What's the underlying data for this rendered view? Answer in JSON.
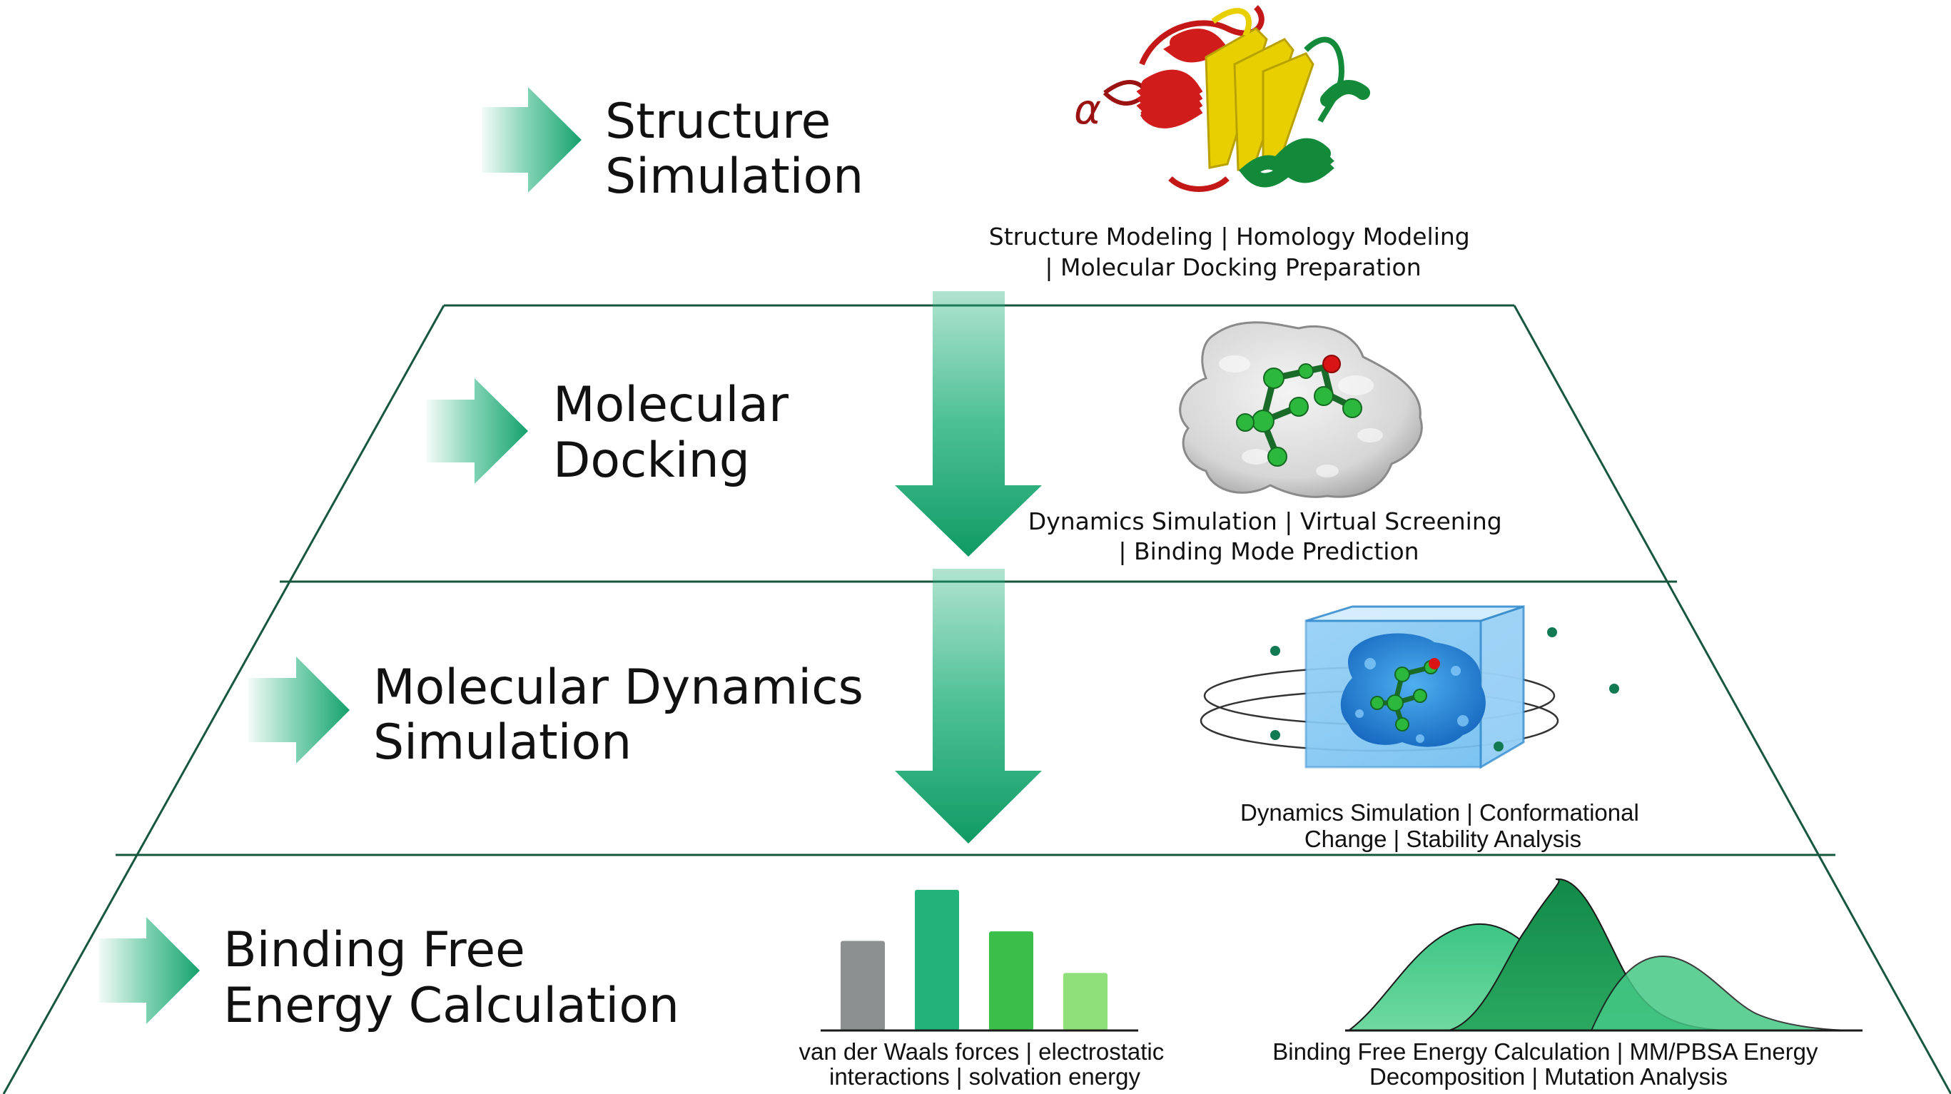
{
  "colors": {
    "accent_green": "#1fb07a",
    "line_dark_green": "#17573f",
    "helix_red": "#d11c1c",
    "sheet_yellow": "#e8d000",
    "helix_green": "#138a3a",
    "cube_blue": "#3aa3e6",
    "bar_gray": "#8d9090",
    "bar_teal": "#22b27a",
    "bar_green": "#3bbf4a",
    "bar_light_green": "#8fe07a"
  },
  "tiers": [
    {
      "id": "structure",
      "title_lines": [
        "Structure",
        "Simulation"
      ],
      "arrow_icon": "arrow-right-icon",
      "illustration": "protein-ribbon-icon",
      "illustration_label": "α",
      "desc_lines": [
        "Structure Modeling | Homology Modeling",
        "| Molecular Docking Preparation"
      ]
    },
    {
      "id": "docking",
      "title_lines": [
        "Molecular",
        "Docking"
      ],
      "arrow_icon": "arrow-right-icon",
      "illustration": "ligand-in-pocket-icon",
      "desc_lines": [
        "Dynamics Simulation | Virtual Screening",
        "| Binding Mode Prediction"
      ]
    },
    {
      "id": "dynamics",
      "title_lines": [
        "Molecular Dynamics",
        "Simulation"
      ],
      "arrow_icon": "arrow-right-icon",
      "illustration": "solvated-box-icon",
      "desc_lines": [
        "Dynamics Simulation | Conformational",
        "Change | Stability Analysis"
      ]
    },
    {
      "id": "energy",
      "title_lines": [
        "Binding Free",
        "Energy Calculation"
      ],
      "arrow_icon": "arrow-right-icon",
      "illustrations": [
        "energy-bar-chart-icon",
        "energy-distribution-curves-icon"
      ],
      "bar_chart": {
        "values": [
          0.56,
          0.88,
          0.62,
          0.36
        ],
        "colors": [
          "#8d9090",
          "#22b27a",
          "#3bbf4a",
          "#8fe07a"
        ]
      },
      "bar_desc_lines": [
        "van der Waals forces | electrostatic",
        "interactions | solvation energy"
      ],
      "curve_desc_lines": [
        "Binding Free Energy Calculation | MM/PBSA Energy",
        "Decomposition | Mutation Analysis"
      ]
    }
  ],
  "flow_arrows": [
    "arrow-down-icon",
    "arrow-down-icon"
  ]
}
